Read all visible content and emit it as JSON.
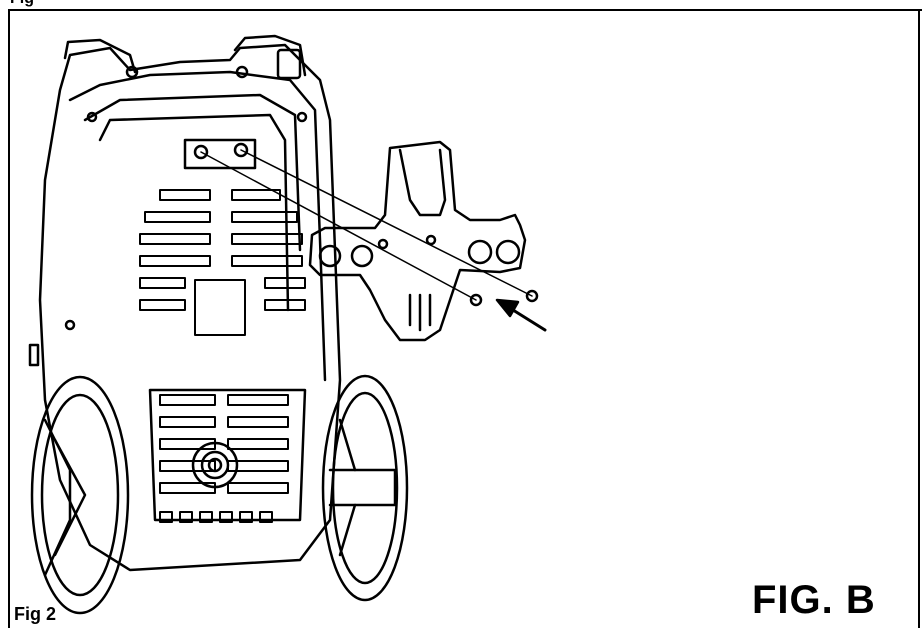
{
  "labels": {
    "top_cut": "Fig",
    "fig_small": "Fig 2",
    "fig_big": "FIG. B"
  },
  "colors": {
    "line": "#000000",
    "background": "#ffffff"
  }
}
